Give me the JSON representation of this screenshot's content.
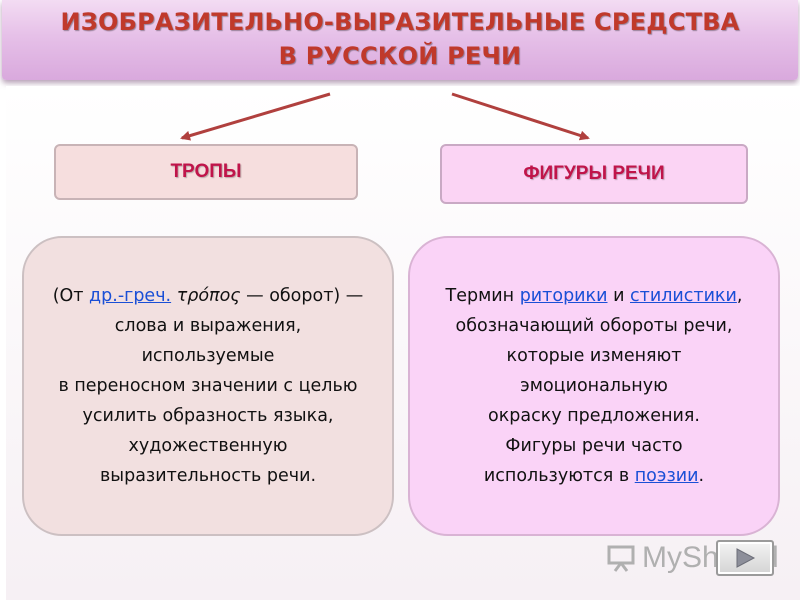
{
  "title": {
    "line1": "ИЗОБРАЗИТЕЛЬНО-ВЫРАЗИТЕЛЬНЫЕ СРЕДСТВА",
    "line2": "В РУССКОЙ РЕЧИ"
  },
  "left": {
    "heading": "ТРОПЫ",
    "text": {
      "l1_a": "(От ",
      "l1_link": "др.-греч.",
      "l1_b": " ",
      "l1_greek": "τρόπος",
      "l1_c": " — оборот) —",
      "l2": "слова и выражения,",
      "l3": "используемые",
      "l4": "в переносном значении с целью",
      "l5": "усилить образность языка,",
      "l6": "художественную",
      "l7": "выразительность речи."
    }
  },
  "right": {
    "heading": "ФИГУРЫ РЕЧИ",
    "text": {
      "l1_a": "Термин ",
      "l1_link1": "риторики",
      "l1_b": " и ",
      "l1_link2": "стилистики",
      "l1_c": ",",
      "l2": "обозначающий обороты речи,",
      "l3": "которые изменяют",
      "l4": "эмоциональную",
      "l5": "окраску предложения.",
      "l6": "Фигуры речи часто",
      "l7_a": "используются в ",
      "l7_link": "поэзии",
      "l7_b": "."
    }
  },
  "watermark": {
    "text": "MyShared"
  },
  "colors": {
    "title_text": "#c0392b",
    "heading_text": "#c0144a",
    "link": "#1a4fd6",
    "arrow": "#b0403e"
  }
}
